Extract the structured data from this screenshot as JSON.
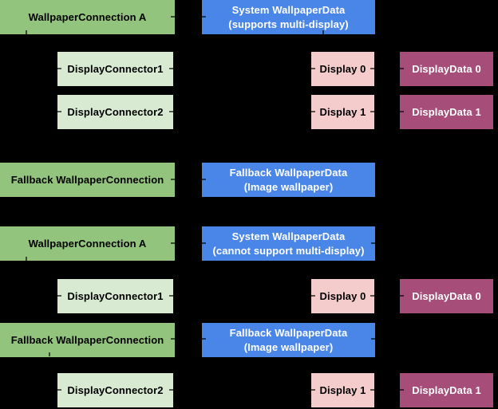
{
  "diagram": {
    "background": "#000000",
    "palette": {
      "green": "#93c47d",
      "pale_green": "#d9ead3",
      "blue": "#4a86e8",
      "pink": "#f4cccc",
      "maroon": "#a64d79"
    },
    "text_colors": {
      "dark": "#000000",
      "light": "#ffffff"
    }
  },
  "nodes": [
    {
      "id": "wc-a-1",
      "label": "WallpaperConnection A",
      "color": "green",
      "text": "dark"
    },
    {
      "id": "sys-wd-multi",
      "label": "System WallpaperData",
      "label2": "(supports multi-display)",
      "color": "blue",
      "text": "light"
    },
    {
      "id": "dc1-1",
      "label": "DisplayConnector1",
      "color": "pale_green",
      "text": "dark"
    },
    {
      "id": "display0-1",
      "label": "Display 0",
      "color": "pink",
      "text": "dark"
    },
    {
      "id": "dd0-1",
      "label": "DisplayData 0",
      "color": "maroon",
      "text": "light"
    },
    {
      "id": "dc2-1",
      "label": "DisplayConnector2",
      "color": "pale_green",
      "text": "dark"
    },
    {
      "id": "display1-1",
      "label": "Display 1",
      "color": "pink",
      "text": "dark"
    },
    {
      "id": "dd1-1",
      "label": "DisplayData 1",
      "color": "maroon",
      "text": "light"
    },
    {
      "id": "fb-wc-1",
      "label": "Fallback WallpaperConnection",
      "color": "green",
      "text": "dark"
    },
    {
      "id": "fb-wd-1",
      "label": "Fallback WallpaperData",
      "label2": "(Image wallpaper)",
      "color": "blue",
      "text": "light"
    },
    {
      "id": "wc-a-2",
      "label": "WallpaperConnection A",
      "color": "green",
      "text": "dark"
    },
    {
      "id": "sys-wd-nomulti",
      "label": "System WallpaperData",
      "label2": "(cannot support multi-display)",
      "color": "blue",
      "text": "light"
    },
    {
      "id": "dc1-2",
      "label": "DisplayConnector1",
      "color": "pale_green",
      "text": "dark"
    },
    {
      "id": "display0-2",
      "label": "Display 0",
      "color": "pink",
      "text": "dark"
    },
    {
      "id": "dd0-2",
      "label": "DisplayData 0",
      "color": "maroon",
      "text": "light"
    },
    {
      "id": "fb-wc-2",
      "label": "Fallback WallpaperConnection",
      "color": "green",
      "text": "dark"
    },
    {
      "id": "fb-wd-2",
      "label": "Fallback WallpaperData",
      "label2": "(Image wallpaper)",
      "color": "blue",
      "text": "light"
    },
    {
      "id": "dc2-2",
      "label": "DisplayConnector2",
      "color": "pale_green",
      "text": "dark"
    },
    {
      "id": "display1-2",
      "label": "Display 1",
      "color": "pink",
      "text": "dark"
    },
    {
      "id": "dd1-2",
      "label": "DisplayData 1",
      "color": "maroon",
      "text": "light"
    }
  ]
}
